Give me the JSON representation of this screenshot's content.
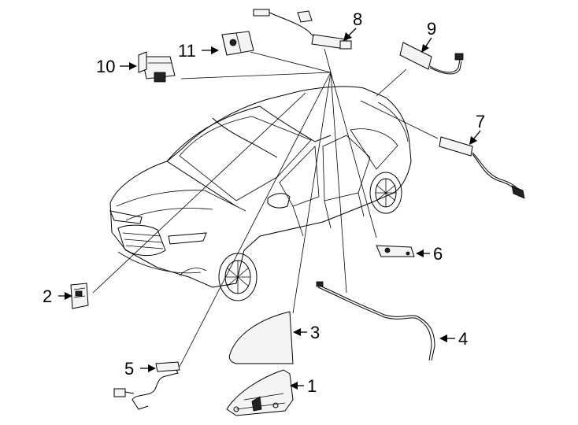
{
  "callouts": [
    {
      "id": "1",
      "label": "1"
    },
    {
      "id": "2",
      "label": "2"
    },
    {
      "id": "3",
      "label": "3"
    },
    {
      "id": "4",
      "label": "4"
    },
    {
      "id": "5",
      "label": "5"
    },
    {
      "id": "6",
      "label": "6"
    },
    {
      "id": "7",
      "label": "7"
    },
    {
      "id": "8",
      "label": "8"
    },
    {
      "id": "9",
      "label": "9"
    },
    {
      "id": "10",
      "label": "10"
    },
    {
      "id": "11",
      "label": "11"
    }
  ],
  "icons": {
    "vehicle": "suv-vehicle-illustration",
    "antenna_base": "shark-fin-antenna-base-icon",
    "antenna_cover": "shark-fin-antenna-cover-icon",
    "cable": "antenna-cable-icon",
    "module": "electronic-module-icon"
  }
}
